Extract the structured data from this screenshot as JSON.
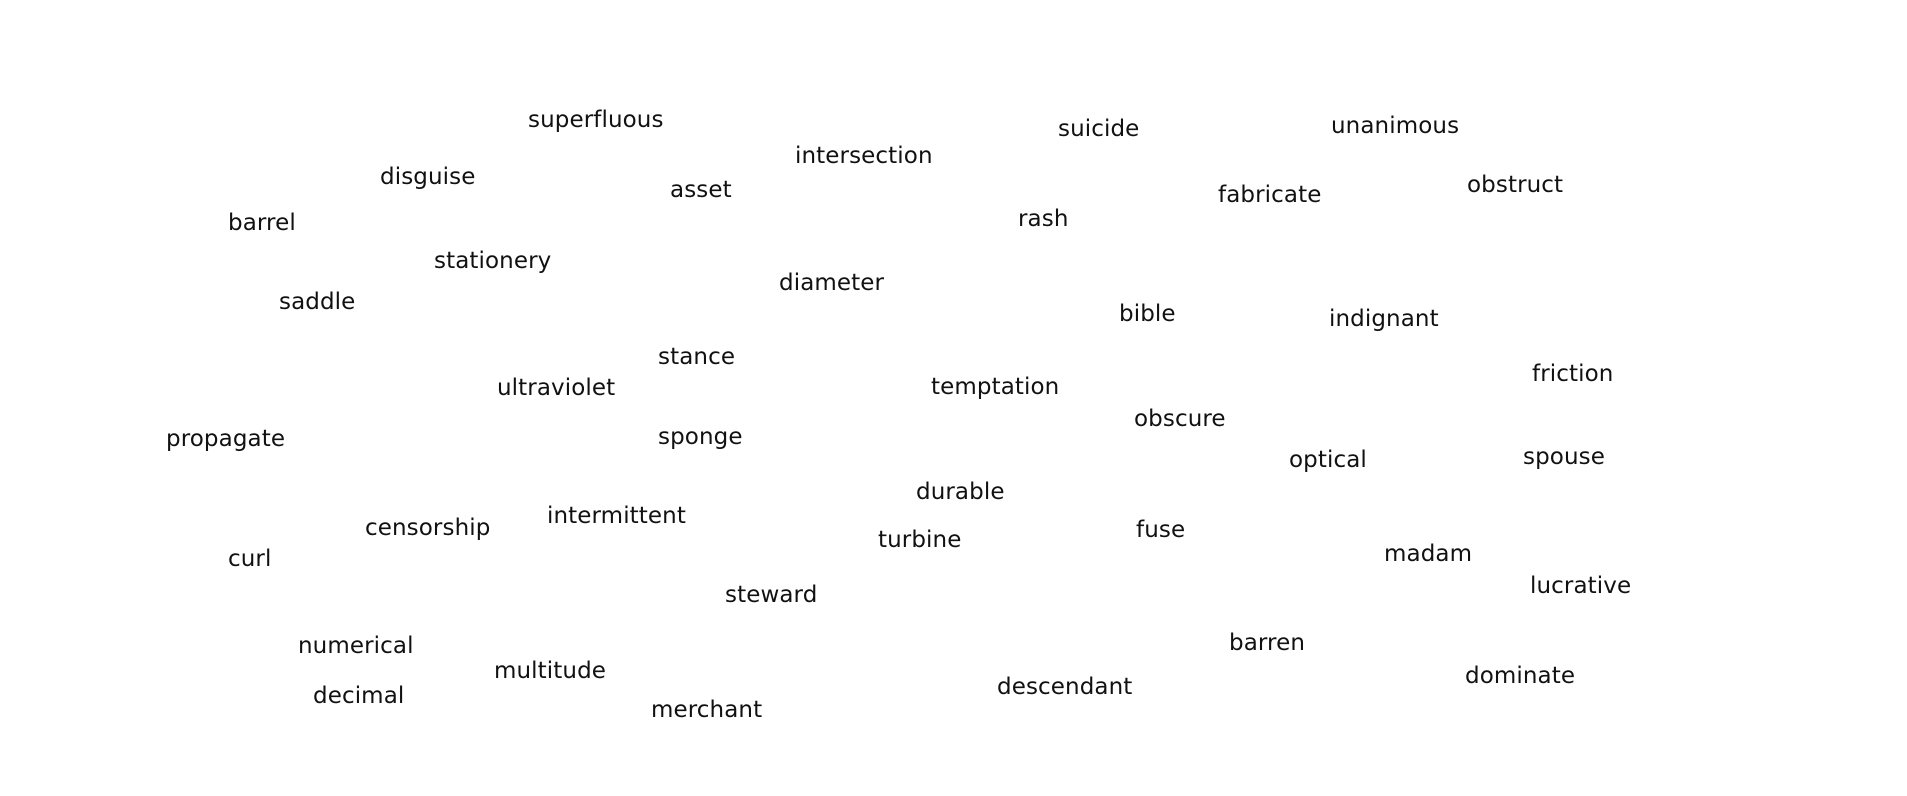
{
  "words": [
    "superfluous",
    "intersection",
    "suicide",
    "unanimous",
    "disguise",
    "asset",
    "fabricate",
    "obstruct",
    "barrel",
    "rash",
    "stationery",
    "diameter",
    "saddle",
    "bible",
    "indignant",
    "stance",
    "ultraviolet",
    "temptation",
    "friction",
    "obscure",
    "propagate",
    "sponge",
    "optical",
    "spouse",
    "durable",
    "censorship",
    "intermittent",
    "fuse",
    "turbine",
    "curl",
    "madam",
    "lucrative",
    "steward",
    "barren",
    "numerical",
    "multitude",
    "dominate",
    "descendant",
    "decimal",
    "merchant"
  ]
}
